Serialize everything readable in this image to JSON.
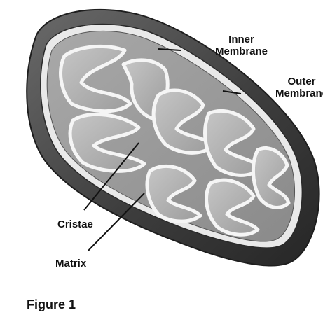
{
  "labels": {
    "inner_membrane": [
      "Inner",
      "Membrane"
    ],
    "outer_membrane": [
      "Outer",
      "Membrane"
    ],
    "cristae": "Cristae",
    "matrix": "Matrix"
  },
  "caption": "Figure 1"
}
